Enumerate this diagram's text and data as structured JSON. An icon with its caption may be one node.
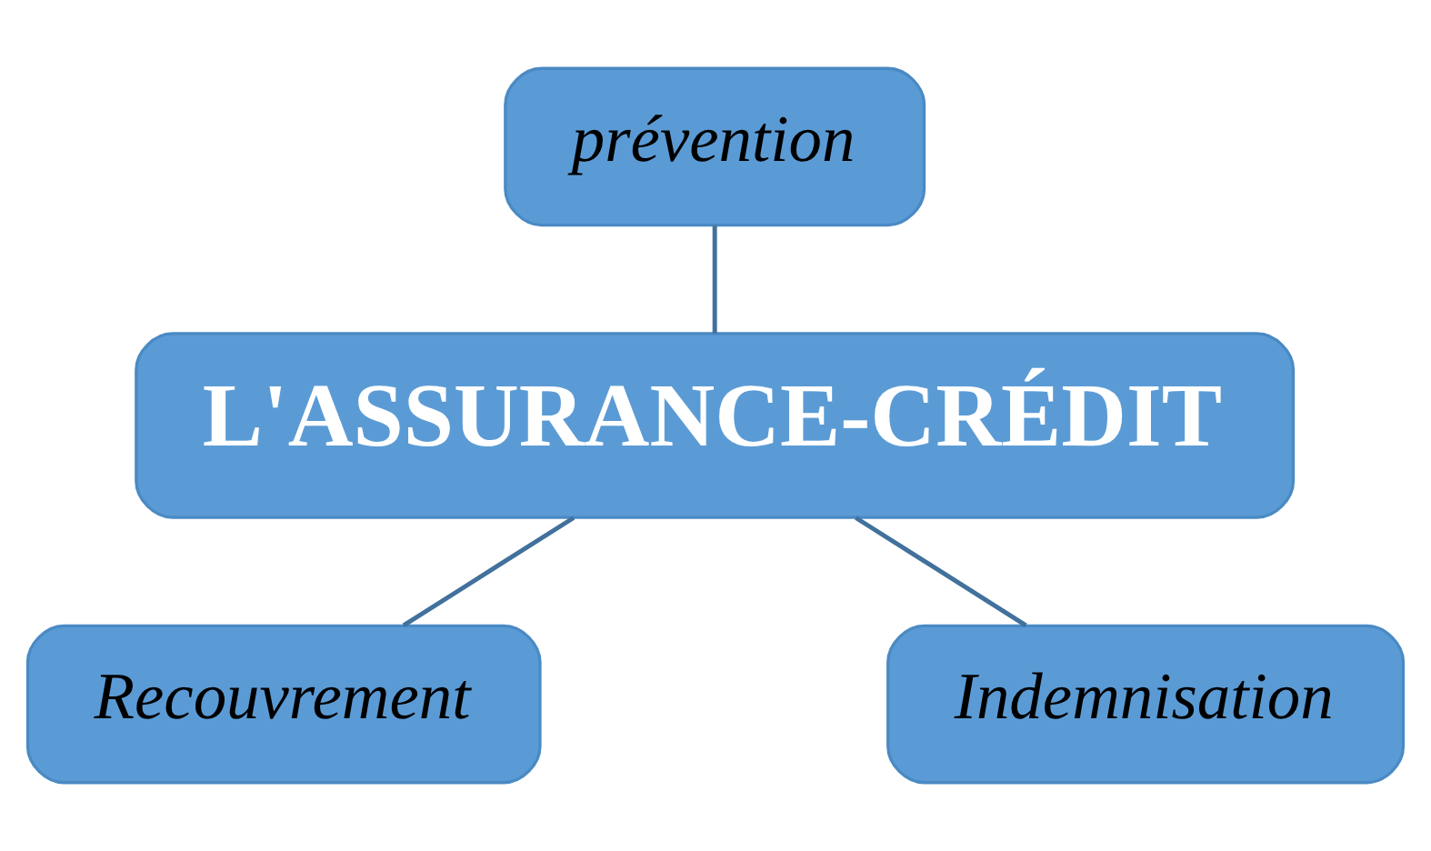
{
  "diagram": {
    "nodes": [
      {
        "text": [
          "prévention"
        ]
      },
      {
        "text": [
          "L'ASSURANCE-CRÉDIT"
        ]
      },
      {
        "text": [
          "Recouvrement"
        ]
      },
      {
        "text": [
          "Indemnisation"
        ]
      }
    ],
    "edges": [
      {
        "from": 0,
        "to": 1,
        "arrow": "none"
      },
      {
        "from": 1,
        "to": 2,
        "arrow": "none"
      },
      {
        "from": 1,
        "to": 3,
        "arrow": "none"
      }
    ]
  }
}
